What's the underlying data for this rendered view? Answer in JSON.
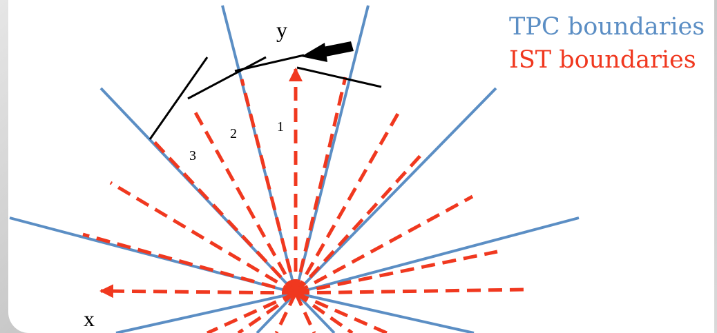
{
  "legend": {
    "tpc_label": "TPC boundaries",
    "ist_label": "IST boundaries",
    "tpc_color": "#5b8ec4",
    "ist_color": "#f0381f"
  },
  "axes": {
    "y_label": "y",
    "x_label": "x"
  },
  "sectors": {
    "label_1": "1",
    "label_2": "2",
    "label_3": "3"
  },
  "icons": {
    "track_arrow": "arrow-icon"
  }
}
